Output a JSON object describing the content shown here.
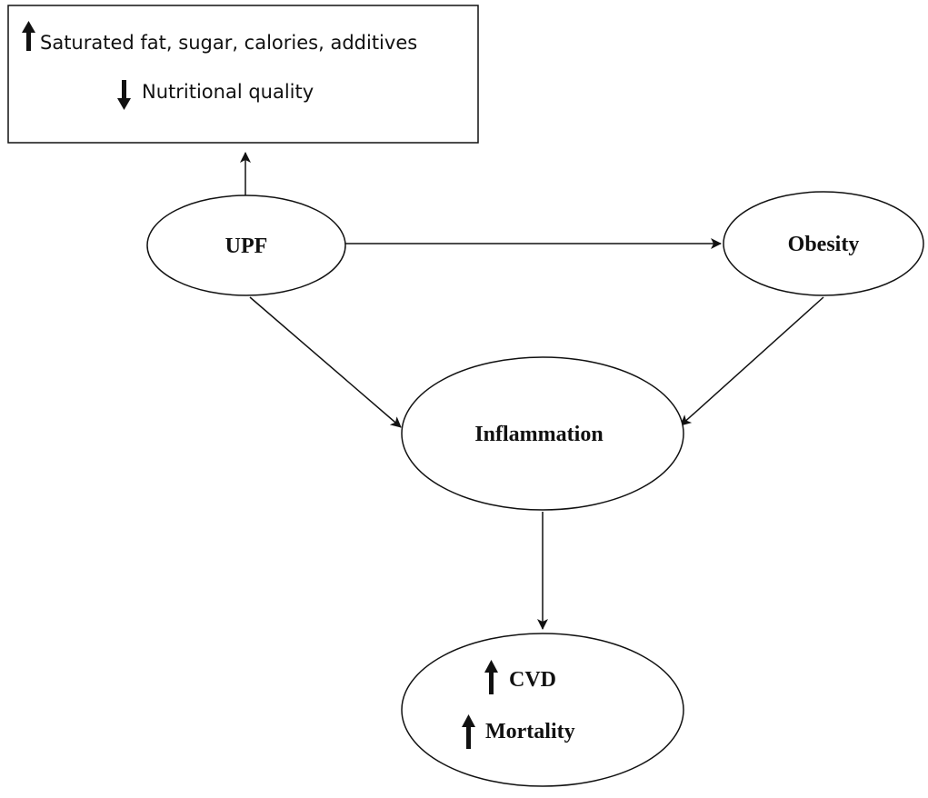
{
  "nutrient_box": {
    "line_up": "Saturated fat, sugar, calories, additives",
    "line_down": "Nutritional quality"
  },
  "nodes": {
    "upf": "UPF",
    "obesity": "Obesity",
    "inflammation": "Inflammation",
    "cvd": "CVD",
    "mortality": "Mortality"
  },
  "colors": {
    "stroke": "#111111",
    "background": "#ffffff"
  }
}
